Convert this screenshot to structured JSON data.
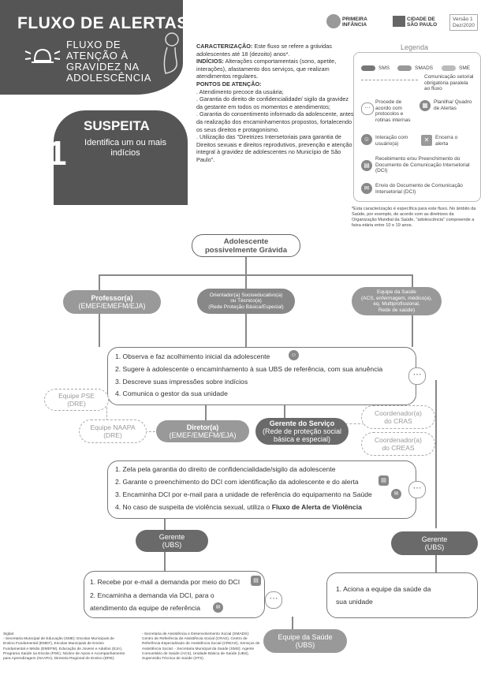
{
  "header": {
    "title": "FLUXO DE ALERTAS",
    "subtitle_lines": [
      "FLUXO DE",
      "ATENÇÃO À",
      "GRAVIDEZ NA",
      "ADOLESCÊNCIA"
    ],
    "logo_primeira": [
      "PRIMEIRA",
      "INFÂNCIA"
    ],
    "logo_sp": [
      "CIDADE DE",
      "SÃO PAULO"
    ],
    "version": [
      "Versão 1",
      "Dez/2020"
    ]
  },
  "stage": {
    "number": "1",
    "title": "SUSPEITA",
    "subtitle": "Identifica um ou mais indícios"
  },
  "caracterizacao": {
    "label": "CARACTERIZAÇÃO:",
    "text": "Este fluxo se refere a grávidas adolescentes até 18 (dezoito) anos*.",
    "indicios_label": "INDÍCIOS:",
    "indicios_text": "Alterações comportamentais (sono, apetite, interações), afastamento dos serviços, que realizam atendimentos regulares.",
    "pontos_label": "PONTOS DE ATENÇÃO:",
    "pontos": [
      ". Atendimento precoce da usuária;",
      ". Garantia do direito de confidencialidade/ sigilo da gravidez da gestante em todos os momentos e atendimentos;",
      ". Garantia do consentimento informado da adolescente, antes da realização dos encaminhamentos propostos, fortalecendo os seus direitos e protagonismo.",
      ". Utilização das \"Diretrizes Intersetoriais para garantia de Direitos sexuais e direitos reprodutivos, prevenção e atenção integral à gravidez de adolescentes no Município de São Paulo\"."
    ]
  },
  "legend": {
    "title": "Legenda",
    "sms": "SMS",
    "smads": "SMADS",
    "sme": "SME",
    "comunicacao": "Comunicação setorial obrigatória paralela ao fluxo",
    "procede": "Procede de acordo com protocolos e rotinas internas",
    "planilha": "Planilha/ Quadro de Alertas",
    "interacao": "Interação com usuário(a)",
    "encerra": "Encerra o alerta",
    "recebimento": "Recebimento e/ou Preenchimento do Documento de Comunicação Intersetorial (DCI)",
    "envio": "Envio do Documento de Comunicação Intersetorial (DCI)",
    "footnote": "*Esta caracterização é específica para este fluxo. No âmbito da Saúde, por exemplo, de acordo com as diretrizes da Organização Mundial da Saúde, \"adolescência\" compreende a faixa etária entre 10 e 19 anos."
  },
  "nodes": {
    "adolescente": [
      "Adolescente",
      "possivelmente Grávida"
    ],
    "professor": [
      "Professor(a)",
      "(EMEF/EMEFM/EJA)"
    ],
    "orientador": [
      "Orientador(a) Socioeducativo(a)",
      "ou Técnico(a)",
      "(Rede Proteção Básica/Especial)"
    ],
    "equipe_saude_top": [
      "Equipe da Saúde",
      "(ACS, enfermagem, médico(a),",
      "eq. Multiprofissional,",
      "Rede de saúde)"
    ],
    "steps_a": [
      "1. Observa e faz acolhimento inicial da adolescente",
      "2. Sugere à adolescente o encaminhamento à sua UBS de referência, com sua anuência",
      "3. Descreve suas impressões sobre indícios",
      "4. Comunica o gestor da sua unidade"
    ],
    "equipe_pse": [
      "Equipe PSE",
      "(DRE)"
    ],
    "equipe_naapa": [
      "Equipe NAAPA",
      "(DRE)"
    ],
    "diretor": [
      "Diretor(a)",
      "(EMEF/EMEFM/EJA)"
    ],
    "gerente_servico": [
      "Gerente do Serviço",
      "(Rede de proteção social",
      "básica e especial)"
    ],
    "coord_cras": [
      "Coordenador(a)",
      "do CRAS"
    ],
    "coord_creas": [
      "Coordenador(a)",
      "do CREAS"
    ],
    "steps_b": [
      "1. Zela pela garantia do direito de confidencialidade/sigilo da adolescente",
      "2. Garante o preenchimento do DCI com identificação da adolescente e do alerta",
      "3. Encaminha DCI por e-mail para a unidade de referência do equipamento na Saúde",
      "4. No caso de suspeita de violência sexual, utiliza o "
    ],
    "steps_b_bold": "Fluxo de Alerta de Violência",
    "gerente_ubs_left": [
      "Gerente",
      "(UBS)"
    ],
    "gerente_ubs_right": [
      "Gerente",
      "(UBS)"
    ],
    "steps_c": [
      "1. Recebe por e-mail a demanda por meio do DCI",
      "2. Encaminha a demanda via DCI, para o",
      "atendimento da equipe de referência"
    ],
    "steps_d": [
      "1. Aciona a equipe da saúde da",
      "sua unidade"
    ],
    "equipe_ubs": [
      "Equipe da Saúde",
      "(UBS)"
    ]
  },
  "glossary": {
    "title": "Siglas:",
    "left": "- Secretaria Municipal de Educação (SME): Escolas Municipais de Ensino Fundamental (EMEF), Escolas Municipais de Ensino Fundamental e Médio (EMEFM), Educação de Jovens e Adultos (EJA), Programa Saúde na Escola (PSE), Núcleo de Apoio e Acompanhamento para Aprendizagem (NAAPA), Diretoria Regional de Ensino (DRE).",
    "right": "- Secretaria de Assistência e Desenvolvimento Social (SMADS): Centro de Referência de Assistência Social (CRAS), Centro de Referência Especializado de Assistência Social (CREAS), Serviços de Assistência Social. - Secretaria Municipal da Saúde (SMS): Agente Comunitário de Saúde (ACS), Unidade Básica de Saúde (UBS), Supervisão Técnica de Saúde (STS)."
  },
  "colors": {
    "banner": "#555555",
    "node": "#888888",
    "node_dark": "#6a6a6a",
    "line": "#888888"
  }
}
